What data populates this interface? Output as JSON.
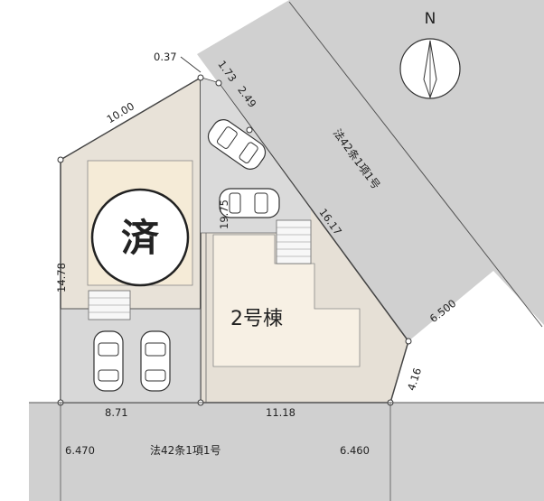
{
  "north_label": "N",
  "sold_label": "済",
  "house_label": "2号棟",
  "roads": {
    "bottom_label": "法42条1項1号",
    "right_label": "法42条1項1号"
  },
  "dimensions": {
    "top_left": "10.00",
    "top_small": "0.37",
    "top_a": "1.73",
    "top_b": "2.49",
    "inner_vertical": "19.75",
    "diag": "16.17",
    "left": "14.78",
    "bottom_left": "8.71",
    "bottom_right": "11.18",
    "right_short": "4.16",
    "road_right_width": "6.500",
    "road_bottom_left": "6.470",
    "road_bottom_right": "6.460"
  },
  "colors": {
    "road": "#d0d0d0",
    "lot": "#ece6dd",
    "sold_lot": "#f4ecd8",
    "house": "#f7f0e4",
    "parking": "#dadada",
    "line": "#333333"
  }
}
